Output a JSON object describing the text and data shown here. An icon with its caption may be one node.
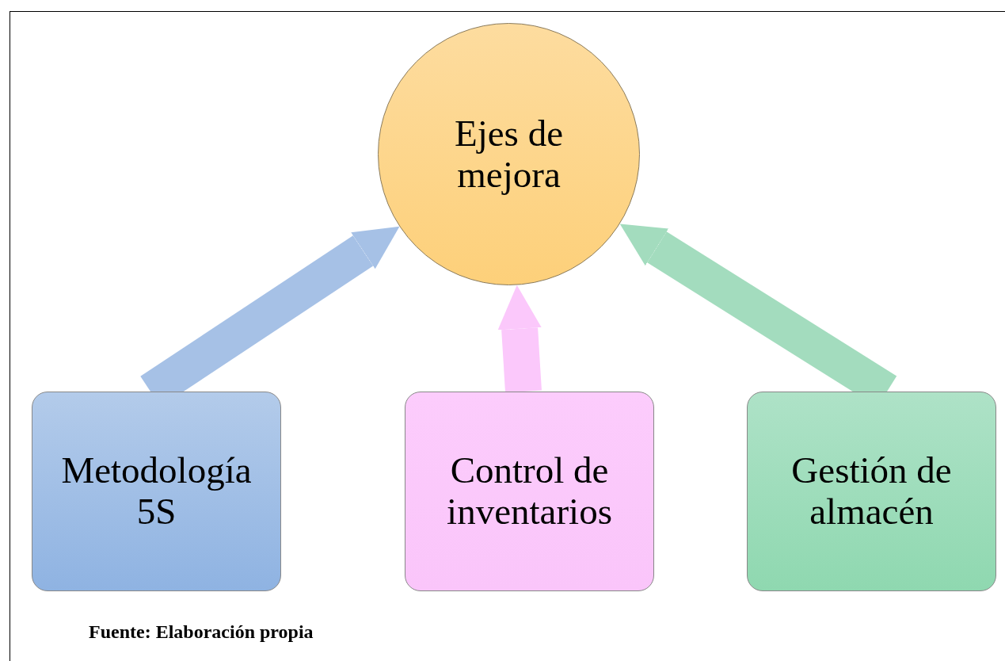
{
  "diagram": {
    "nodes": [
      {
        "text": [
          "Ejes de mejora"
        ]
      },
      {
        "text": [
          "Metodología 5S"
        ]
      },
      {
        "text": [
          "Control de inventarios"
        ]
      },
      {
        "text": [
          "Gestión de almacén"
        ]
      }
    ],
    "edges": [
      {
        "from": 1,
        "to": 0,
        "arrow": "to",
        "color": "#a6c1e6"
      },
      {
        "from": 2,
        "to": 0,
        "arrow": "to",
        "color": "#fbc8fb"
      },
      {
        "from": 3,
        "to": 0,
        "arrow": "to",
        "color": "#a3dcbe"
      }
    ],
    "labels": [
      "Fuente: Elaboración propia"
    ]
  }
}
